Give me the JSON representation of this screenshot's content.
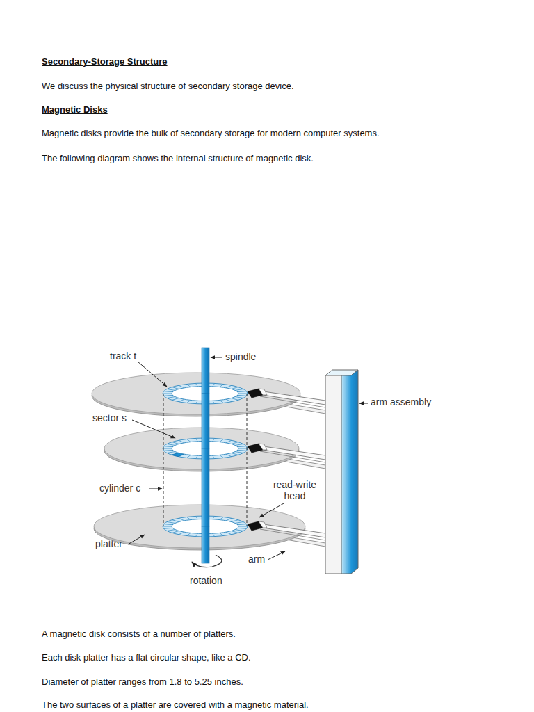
{
  "diagram": {
    "title": "Secondary-Storage Structure",
    "labels": [
      "We discuss the physical structure of secondary storage device.",
      "Magnetic Disks",
      "Magnetic disks provide the bulk of secondary storage for modern computer systems.",
      "The following diagram shows the internal structure of magnetic disk.",
      "track t",
      "spindle",
      "sector s",
      "cylinder c",
      "read-write head",
      "platter",
      "arm",
      "rotation",
      "arm assembly",
      "A magnetic disk consists of a number of platters.",
      "Each disk platter has a flat circular shape, like a CD.",
      "Diameter of platter ranges from 1.8 to 5.25 inches.",
      "The two surfaces of a platter are covered with a magnetic material."
    ]
  }
}
